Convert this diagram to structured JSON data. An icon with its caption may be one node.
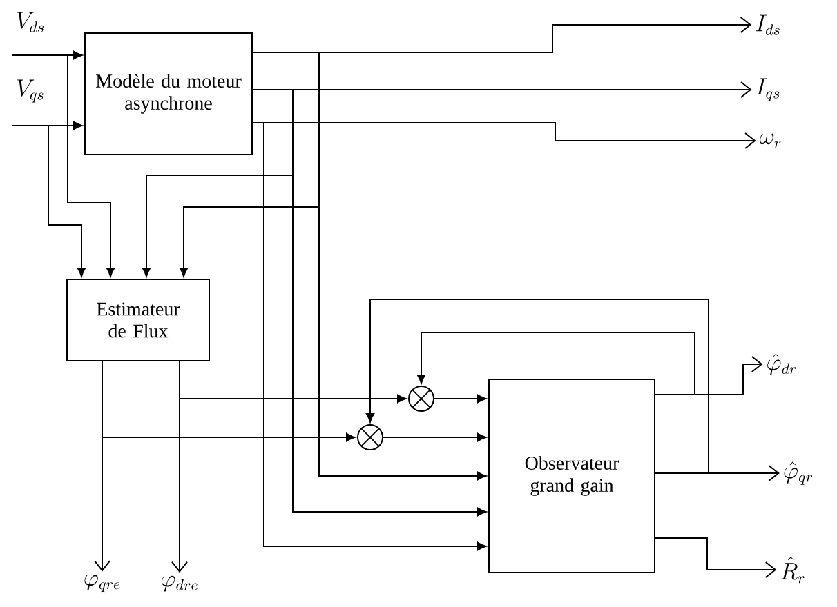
{
  "diagram": {
    "nodes": [
      {
        "text": [
          "V_{ds}"
        ]
      },
      {
        "text": [
          "V_{qs}"
        ]
      },
      {
        "text": [
          "Modèle du moteur asynchrone"
        ]
      },
      {
        "text": [
          "I_{ds}"
        ]
      },
      {
        "text": [
          "I_{qs}"
        ]
      },
      {
        "text": [
          "\\omega_r"
        ]
      },
      {
        "text": [
          "Estimateur de Flux"
        ]
      },
      {
        "text": [],
        "shape": "circle"
      },
      {
        "text": [
          "\\hat{\\varphi}_{dr}"
        ]
      },
      {
        "text": [],
        "shape": "circle"
      },
      {
        "text": [
          "Observateur grand gain"
        ]
      },
      {
        "text": [
          "\\hat{\\varphi}_{qr}"
        ]
      },
      {
        "text": [
          "\\hat{R}_r"
        ]
      },
      {
        "text": [
          "\\varphi_{qre}"
        ]
      },
      {
        "text": [
          "\\varphi_{dre}"
        ]
      }
    ],
    "edges": [
      {
        "from": 0,
        "to": 2,
        "arrow": "to"
      },
      {
        "from": 1,
        "to": 2,
        "arrow": "to"
      },
      {
        "from": 0,
        "to": 6,
        "arrow": "to"
      },
      {
        "from": 1,
        "to": 6,
        "arrow": "to"
      },
      {
        "from": 2,
        "to": 3,
        "arrow": "to"
      },
      {
        "from": 2,
        "to": 4,
        "arrow": "to"
      },
      {
        "from": 2,
        "to": 5,
        "arrow": "to"
      },
      {
        "from": 2,
        "to": 6,
        "arrow": "to"
      },
      {
        "from": 2,
        "to": 6,
        "arrow": "to"
      },
      {
        "from": 2,
        "to": 10,
        "arrow": "to"
      },
      {
        "from": 2,
        "to": 10,
        "arrow": "to"
      },
      {
        "from": 2,
        "to": 10,
        "arrow": "to"
      },
      {
        "from": 6,
        "to": 7,
        "arrow": "to"
      },
      {
        "from": 6,
        "to": 9,
        "arrow": "to"
      },
      {
        "from": 6,
        "to": 13,
        "arrow": "to"
      },
      {
        "from": 6,
        "to": 14,
        "arrow": "to"
      },
      {
        "from": 7,
        "to": 10,
        "arrow": "to"
      },
      {
        "from": 9,
        "to": 10,
        "arrow": "to"
      },
      {
        "from": 10,
        "to": 8,
        "arrow": "to"
      },
      {
        "from": 10,
        "to": 11,
        "arrow": "to"
      },
      {
        "from": 10,
        "to": 12,
        "arrow": "to"
      },
      {
        "from": 10,
        "to": 7,
        "arrow": "to"
      },
      {
        "from": 10,
        "to": 9,
        "arrow": "to"
      }
    ]
  }
}
